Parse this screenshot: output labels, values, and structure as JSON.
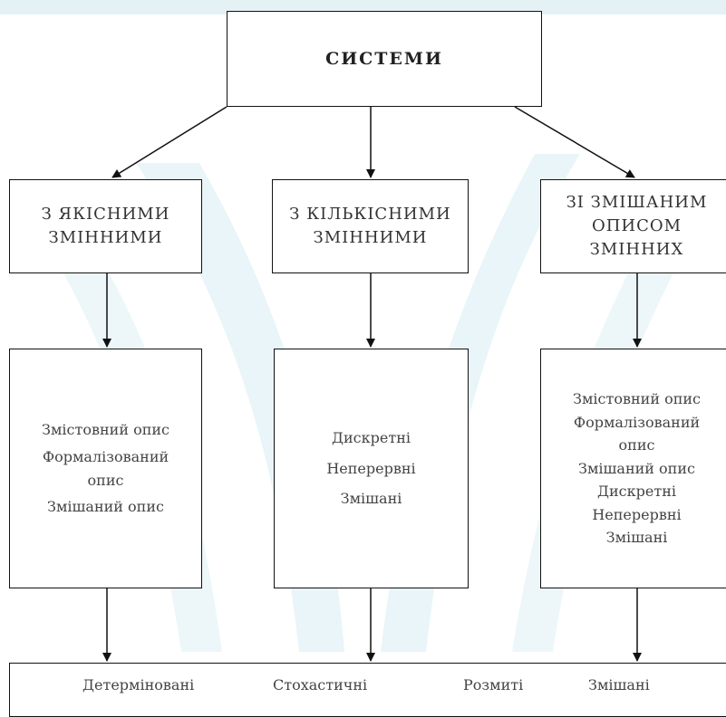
{
  "root": {
    "label": "СИСТЕМИ"
  },
  "categories": [
    {
      "lines": [
        "З ЯКІСНИМИ",
        "ЗМІННИМИ"
      ]
    },
    {
      "lines": [
        "З КІЛЬКІСНИМИ",
        "ЗМІННИМИ"
      ]
    },
    {
      "lines": [
        "ЗІ ЗМІШАНИМ",
        "ОПИСОМ",
        "ЗМІННИХ"
      ]
    }
  ],
  "details": [
    {
      "items": [
        "Змістовний опис",
        "Формалізований",
        "опис",
        "Змішаний опис"
      ]
    },
    {
      "items": [
        "Дискретні",
        "Неперервні",
        "Змішані"
      ]
    },
    {
      "items": [
        "Змістовний опис",
        "Формалізований",
        "опис",
        "Змішаний опис",
        "Дискретні",
        "Неперервні",
        "Змішані"
      ]
    }
  ],
  "bottom": {
    "items": [
      "Детерміновані",
      "Стохастичні",
      "Розмиті",
      "Змішані"
    ]
  }
}
